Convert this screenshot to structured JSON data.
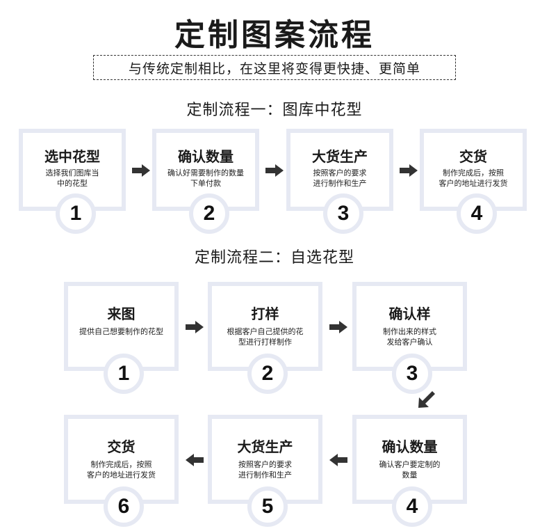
{
  "page": {
    "title": "定制图案流程",
    "subtitle": "与传统定制相比，在这里将变得更快捷、更简单"
  },
  "flow1": {
    "title": "定制流程一：图库中花型",
    "steps": [
      {
        "title": "选中花型",
        "desc": "选择我们图库当\n中的花型",
        "number": "1"
      },
      {
        "title": "确认数量",
        "desc": "确认好需要制作的数量\n下单付款",
        "number": "2"
      },
      {
        "title": "大货生产",
        "desc": "按照客户的要求\n进行制作和生产",
        "number": "3"
      },
      {
        "title": "交货",
        "desc": "制作完成后，按照\n客户的地址进行发货",
        "number": "4"
      }
    ]
  },
  "flow2": {
    "title": "定制流程二：自选花型",
    "steps": [
      {
        "title": "来图",
        "desc": "提供自己想要制作的花型",
        "number": "1"
      },
      {
        "title": "打样",
        "desc": "根据客户自己提供的花\n型进行打样制作",
        "number": "2"
      },
      {
        "title": "确认样",
        "desc": "制作出来的样式\n发给客户确认",
        "number": "3"
      },
      {
        "title": "确认数量",
        "desc": "确认客户要定制的\n数量",
        "number": "4"
      },
      {
        "title": "大货生产",
        "desc": "按照客户的要求\n进行制作和生产",
        "number": "5"
      },
      {
        "title": "交货",
        "desc": "制作完成后，按照\n客户的地址进行发货",
        "number": "6"
      }
    ]
  },
  "colors": {
    "card_border": "#e6e9f3",
    "arrow": "#333333",
    "text": "#1a1a1a"
  },
  "icons": {
    "arrow_right": "arrow-right-icon",
    "arrow_left": "arrow-left-icon",
    "arrow_down_left": "arrow-down-left-icon"
  }
}
